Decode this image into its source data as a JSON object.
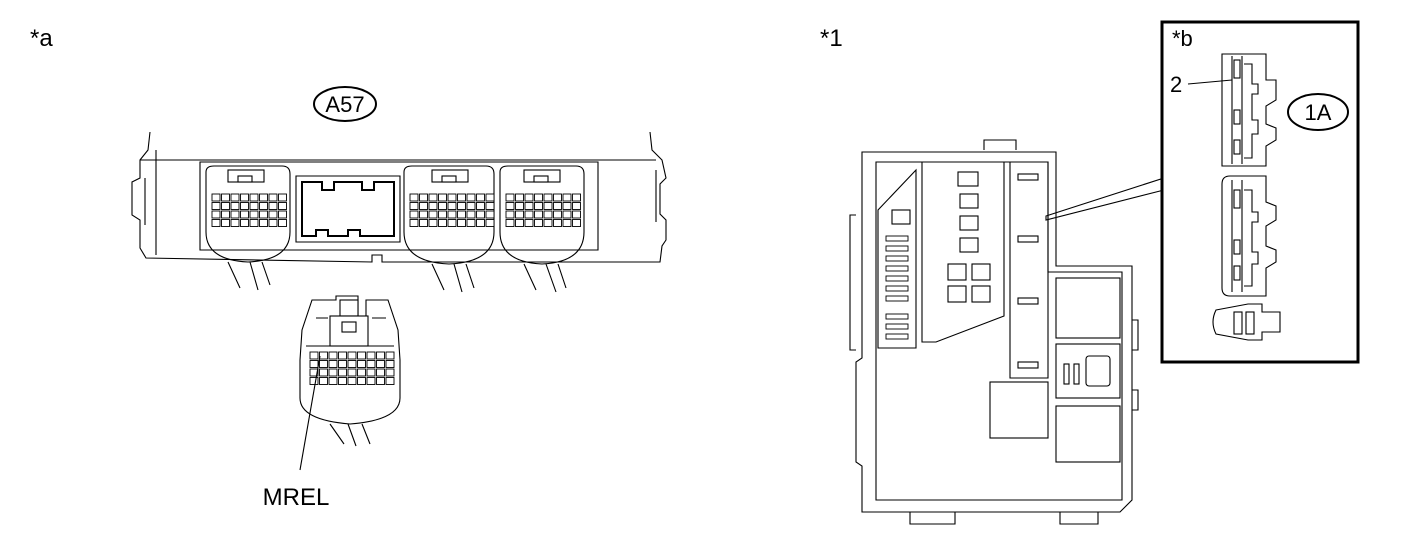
{
  "labels": {
    "panel_a": "*a",
    "panel_1": "*1",
    "panel_b": "*b",
    "ecu_connector": "A57",
    "relay_connector": "1A",
    "terminal_mrel": "MREL",
    "terminal_2": "2"
  },
  "colors": {
    "line": "#000000",
    "background": "#ffffff"
  }
}
